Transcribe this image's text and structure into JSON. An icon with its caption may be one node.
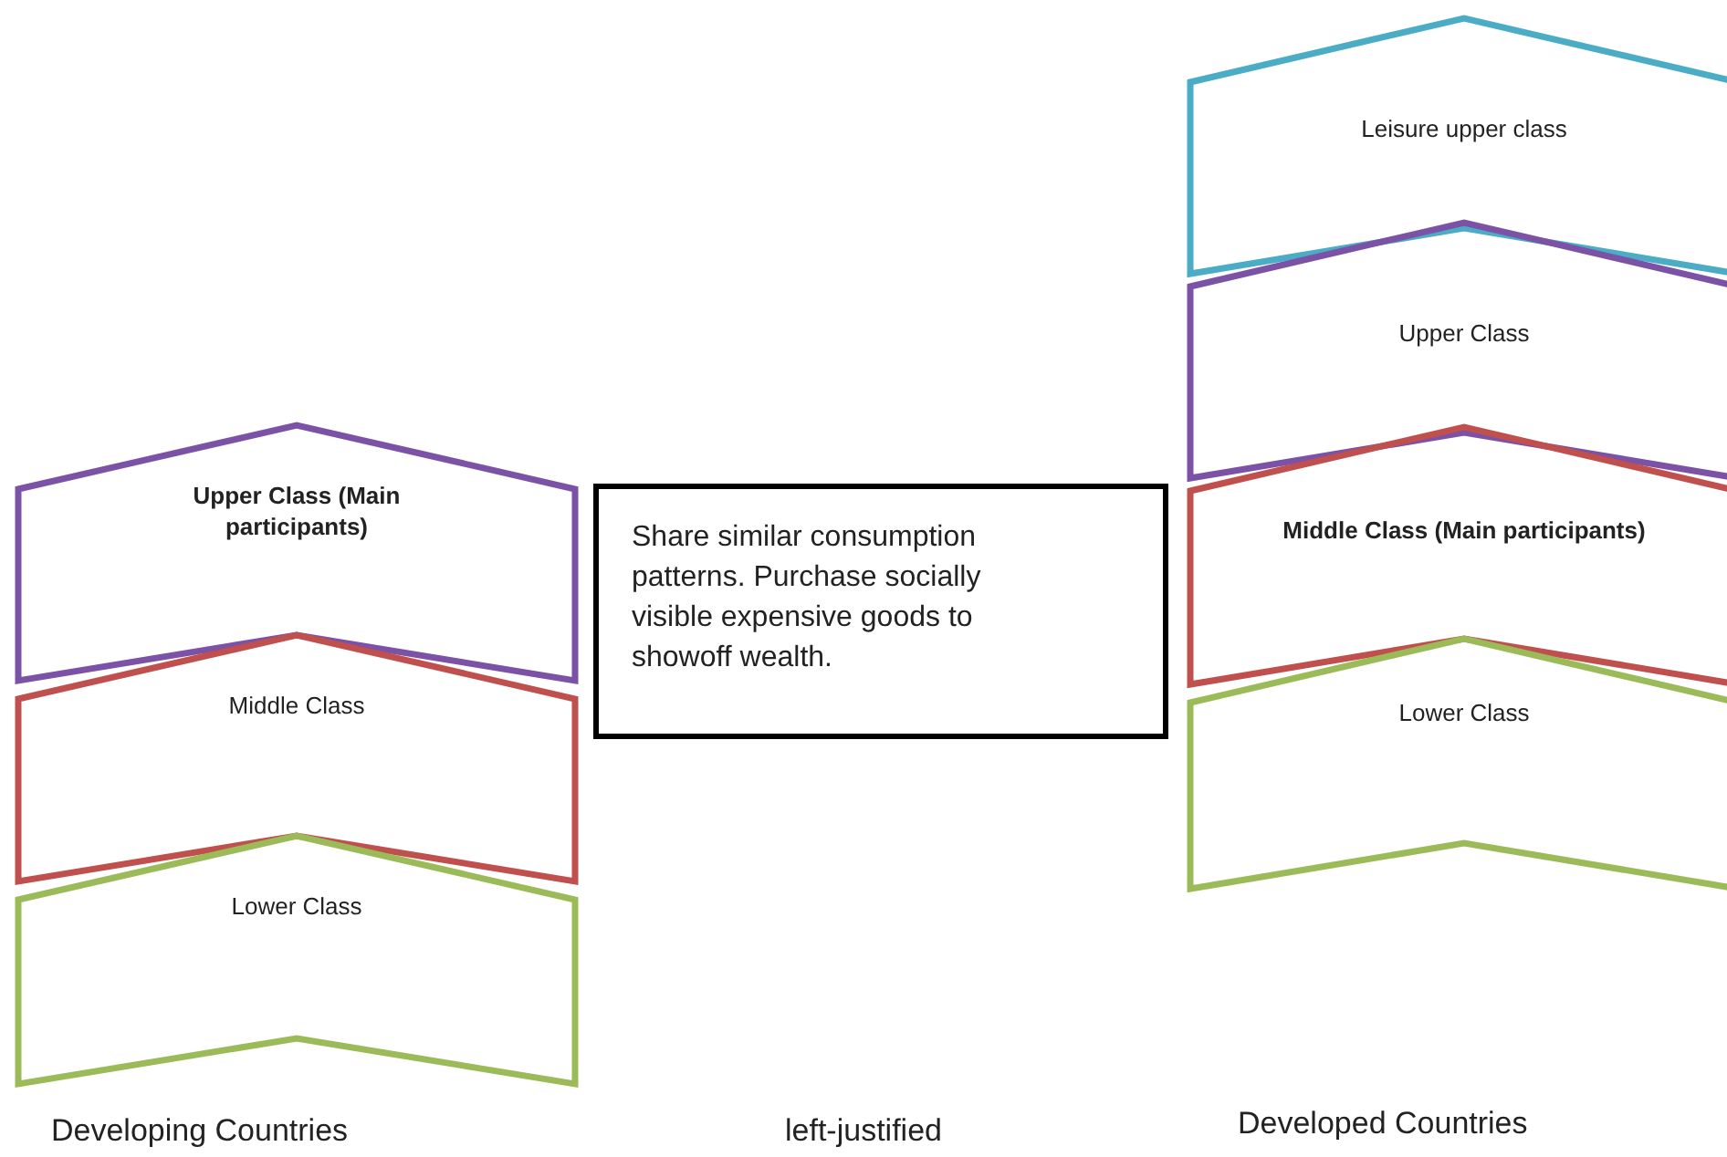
{
  "diagram": {
    "nodes": [
      {
        "text": [
          "Upper Class (Main participants)"
        ]
      },
      {
        "text": [
          "Middle Class"
        ]
      },
      {
        "text": [
          "Lower Class"
        ]
      },
      {
        "text": [
          "Share similar consumption patterns. Purchase socially visible expensive goods to showoff wealth."
        ]
      },
      {
        "text": [
          "Leisure upper class"
        ]
      },
      {
        "text": [
          "Upper Class"
        ]
      },
      {
        "text": [
          "Middle Class (Main participants)"
        ]
      },
      {
        "text": [
          "Lower Class"
        ]
      }
    ],
    "labels": [
      "Developing Countries",
      "left-justified",
      "Developed Countries"
    ]
  }
}
